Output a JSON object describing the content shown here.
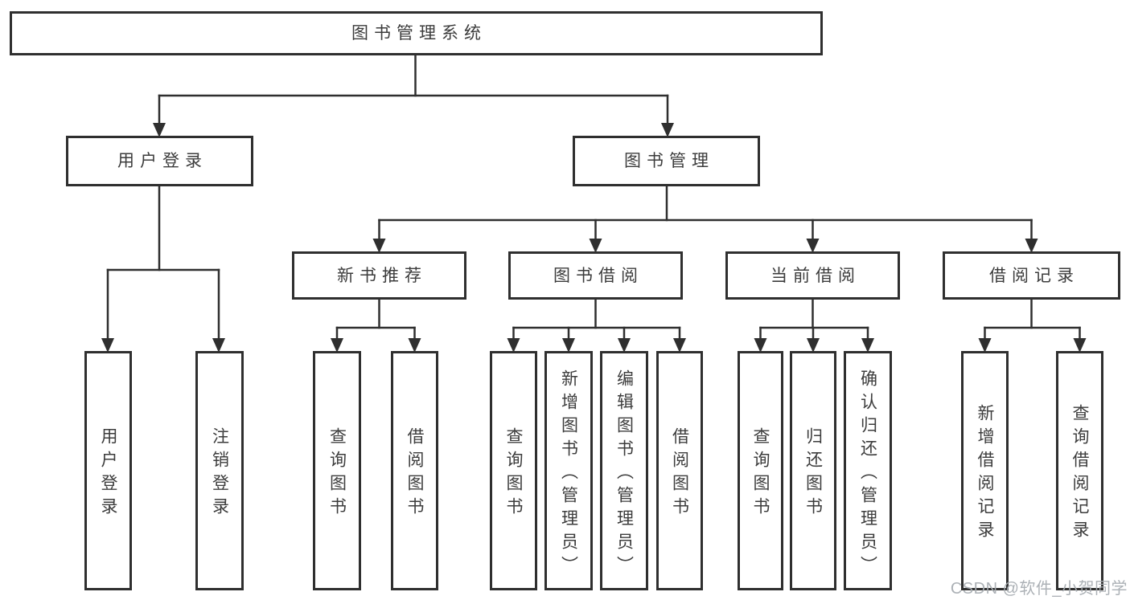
{
  "page": {
    "background": "#ffffff"
  },
  "colors": {
    "line": "#2f2f2f",
    "box_border": "#2f2f2f",
    "text": "#3c3c3c",
    "watermark": "#a8adb2"
  },
  "tree": {
    "root": "图书管理系统",
    "branches": [
      {
        "label": "用户登录",
        "children": [
          "用户登录",
          "注销登录"
        ]
      },
      {
        "label": "图书管理",
        "groups": [
          {
            "label": "新书推荐",
            "children": [
              "查询图书",
              "借阅图书"
            ]
          },
          {
            "label": "图书借阅",
            "children": [
              "查询图书",
              "新增图书（管理员）",
              "编辑图书（管理员）",
              "借阅图书"
            ]
          },
          {
            "label": "当前借阅",
            "children": [
              "查询图书",
              "归还图书",
              "确认归还（管理员）"
            ]
          },
          {
            "label": "借阅记录",
            "children": [
              "新增借阅记录",
              "查询借阅记录"
            ]
          }
        ]
      }
    ]
  },
  "watermark": {
    "text": "CSDN @软件_小贺同学"
  }
}
